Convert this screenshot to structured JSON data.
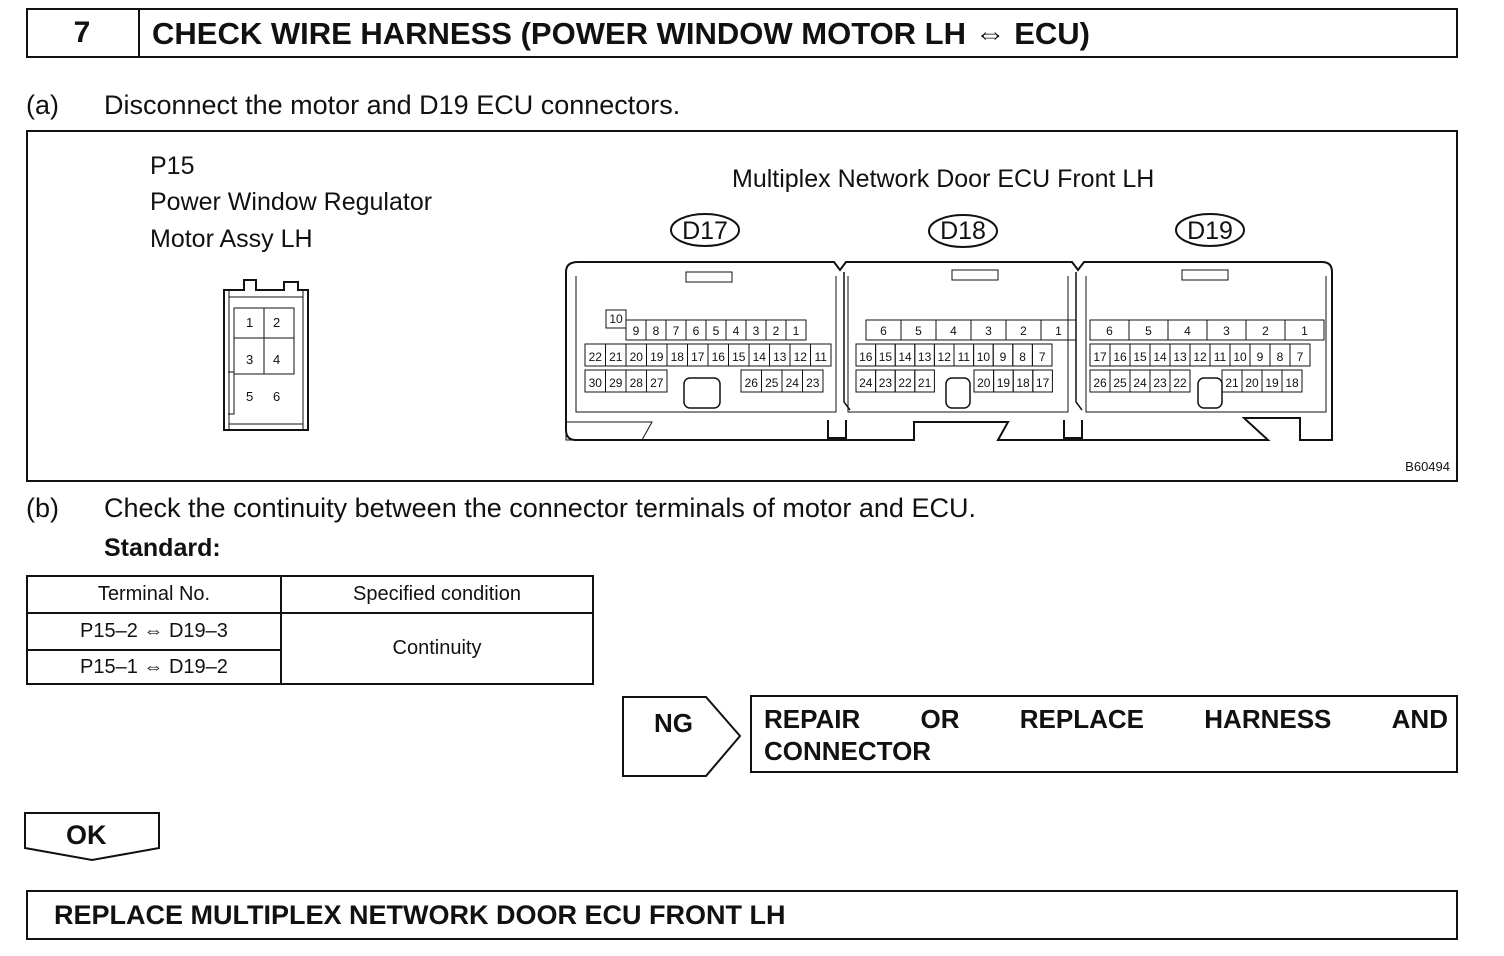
{
  "step": {
    "number": "7",
    "title": "CHECK WIRE HARNESS (POWER WINDOW MOTOR LH ⇔ ECU)"
  },
  "step_a": {
    "label": "(a)",
    "text": "Disconnect the motor and D19 ECU connectors."
  },
  "figure": {
    "motor_connector": {
      "code": "P15",
      "name_line1": "Power Window Regulator",
      "name_line2": "Motor Assy LH",
      "pins": [
        "1",
        "2",
        "3",
        "4",
        "5",
        "6"
      ]
    },
    "ecu": {
      "title": "Multiplex Network Door ECU Front LH",
      "connectors": [
        "D17",
        "D18",
        "D19"
      ],
      "d17_pins": {
        "row0": [
          "10"
        ],
        "row1": [
          "9",
          "8",
          "7",
          "6",
          "5",
          "4",
          "3",
          "2",
          "1"
        ],
        "row2": [
          "22",
          "21",
          "20",
          "19",
          "18",
          "17",
          "16",
          "15",
          "14",
          "13",
          "12",
          "11"
        ],
        "row3": [
          "30",
          "29",
          "28",
          "27",
          "26",
          "25",
          "24",
          "23"
        ]
      },
      "d18_pins": {
        "row1": [
          "6",
          "5",
          "4",
          "3",
          "2",
          "1"
        ],
        "row2": [
          "16",
          "15",
          "14",
          "13",
          "12",
          "11",
          "10",
          "9",
          "8",
          "7"
        ],
        "row3": [
          "24",
          "23",
          "22",
          "21",
          "20",
          "19",
          "18",
          "17"
        ]
      },
      "d19_pins": {
        "row1": [
          "6",
          "5",
          "4",
          "3",
          "2",
          "1"
        ],
        "row2": [
          "17",
          "16",
          "15",
          "14",
          "13",
          "12",
          "11",
          "10",
          "9",
          "8",
          "7"
        ],
        "row3": [
          "26",
          "25",
          "24",
          "23",
          "22",
          "21",
          "20",
          "19",
          "18"
        ]
      }
    },
    "figure_code": "B60494"
  },
  "step_b": {
    "label": "(b)",
    "text": "Check the continuity between the connector terminals of motor and ECU.",
    "standard_label": "Standard:"
  },
  "spec_table": {
    "headers": [
      "Terminal No.",
      "Specified condition"
    ],
    "rows": [
      {
        "terminal": "P15–2 ⇔ D19–3"
      },
      {
        "terminal": "P15–1 ⇔ D19–2"
      }
    ],
    "condition": "Continuity"
  },
  "ng_branch": {
    "label": "NG",
    "result_line1": [
      "REPAIR",
      "OR",
      "REPLACE",
      "HARNESS",
      "AND"
    ],
    "result_line2": "CONNECTOR"
  },
  "ok_branch": {
    "label": "OK",
    "result": "REPLACE MULTIPLEX NETWORK DOOR ECU FRONT LH"
  }
}
